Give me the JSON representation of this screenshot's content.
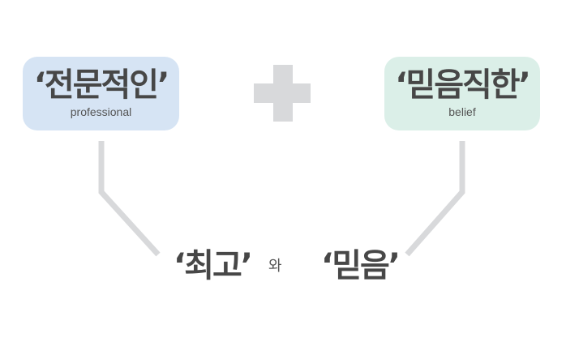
{
  "left_box": {
    "main": "‘전문적인’",
    "sub": "professional",
    "color": "#d6e4f4"
  },
  "right_box": {
    "main": "‘믿음직한’",
    "sub": "belief",
    "color": "#dbefe8"
  },
  "operator": {
    "icon": "plus-icon",
    "color": "#d8d9db"
  },
  "result": {
    "left": "‘최고’",
    "conjunction": "와",
    "right": "‘믿음’"
  },
  "colors": {
    "text": "#474747",
    "line": "#d8d9db"
  }
}
